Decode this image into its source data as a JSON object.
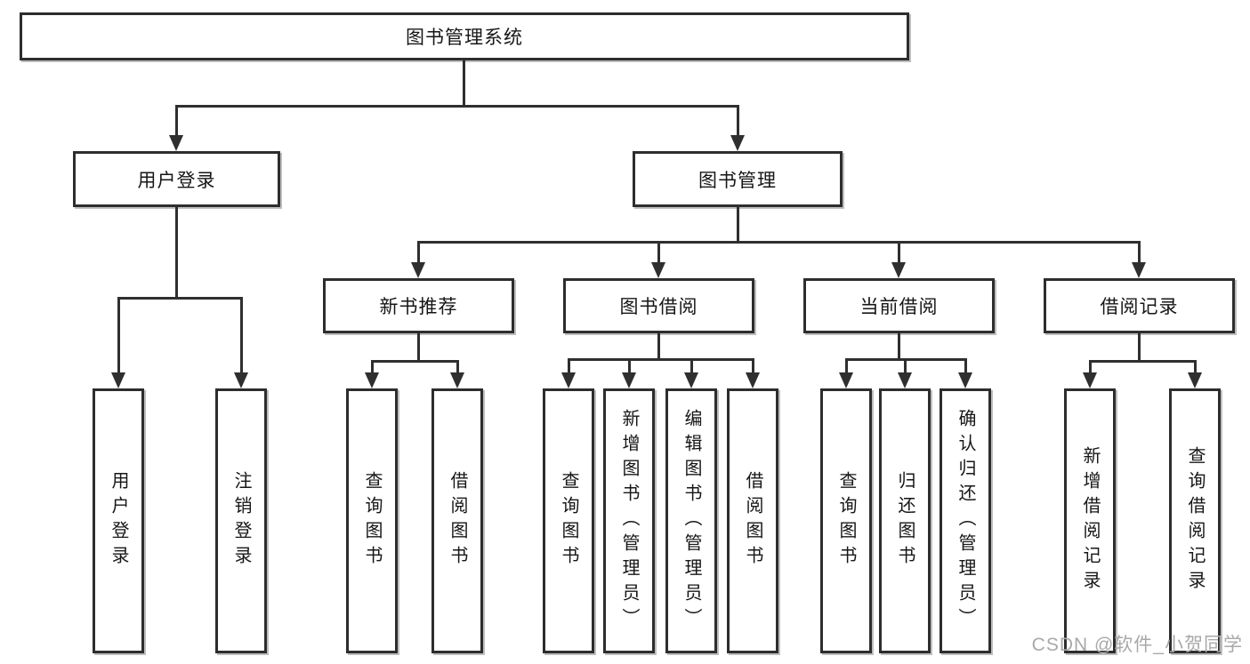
{
  "colors": {
    "line": "#2f2f2f",
    "box_border": "#2d2d2d",
    "box_background": "#ffffff",
    "text": "#161616",
    "watermark": "#a9a9a9"
  },
  "watermark": {
    "text": "CSDN @软件_小贺同学"
  },
  "tree": {
    "label": "图书管理系统",
    "children": [
      {
        "label": "用户登录",
        "children": [
          {
            "label": "用户登录"
          },
          {
            "label": "注销登录"
          }
        ]
      },
      {
        "label": "图书管理",
        "children": [
          {
            "label": "新书推荐",
            "children": [
              {
                "label": "查询图书"
              },
              {
                "label": "借阅图书"
              }
            ]
          },
          {
            "label": "图书借阅",
            "children": [
              {
                "label": "查询图书"
              },
              {
                "label": "新增图书（管理员）"
              },
              {
                "label": "编辑图书（管理员）"
              },
              {
                "label": "借阅图书"
              }
            ]
          },
          {
            "label": "当前借阅",
            "children": [
              {
                "label": "查询图书"
              },
              {
                "label": "归还图书"
              },
              {
                "label": "确认归还（管理员）"
              }
            ]
          },
          {
            "label": "借阅记录",
            "children": [
              {
                "label": "新增借阅记录"
              },
              {
                "label": "查询借阅记录"
              }
            ]
          }
        ]
      }
    ]
  }
}
